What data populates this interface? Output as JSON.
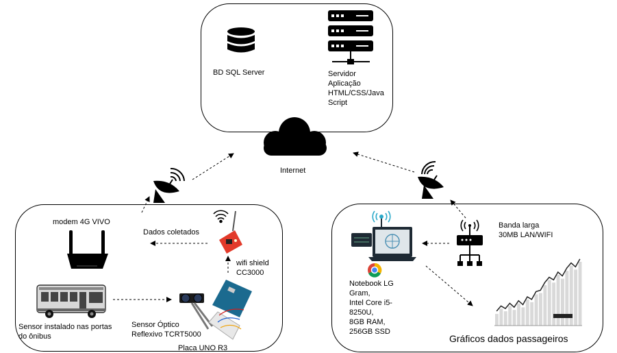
{
  "top_cluster": {
    "database_label": "BD SQL Server",
    "server_label": "Servidor\nAplicação\nHTML/CSS/Java\nScript"
  },
  "internet_label": "Internet",
  "left_cluster": {
    "modem_label": "modem 4G VIVO",
    "dados_label": "Dados coletados",
    "wifi_shield_label": "wifi shield\nCC3000",
    "bus_label": "Sensor instalado nas portas\ndo ônibus",
    "sensor_label": "Sensor Óptico\nReflexivo TCRT5000",
    "arduino_label": "Placa UNO R3"
  },
  "right_cluster": {
    "broadband_label": "Banda larga\n30MB LAN/WIFI",
    "notebook_label": "Notebook LG\nGram,\nIntel Core i5-\n8250U,\n 8GB RAM,\n256GB SSD",
    "charts_label": "Gráficos dados passageiros"
  },
  "icons": [
    "database-icon",
    "server-icon",
    "cloud-icon",
    "satellite-dish-icon",
    "modem-icon",
    "wifi-icon",
    "wifi-shield-icon",
    "bus-icon",
    "optical-sensor-icon",
    "arduino-board-icon",
    "laptop-icon",
    "chrome-icon",
    "router-icon",
    "bar-chart-icon"
  ]
}
